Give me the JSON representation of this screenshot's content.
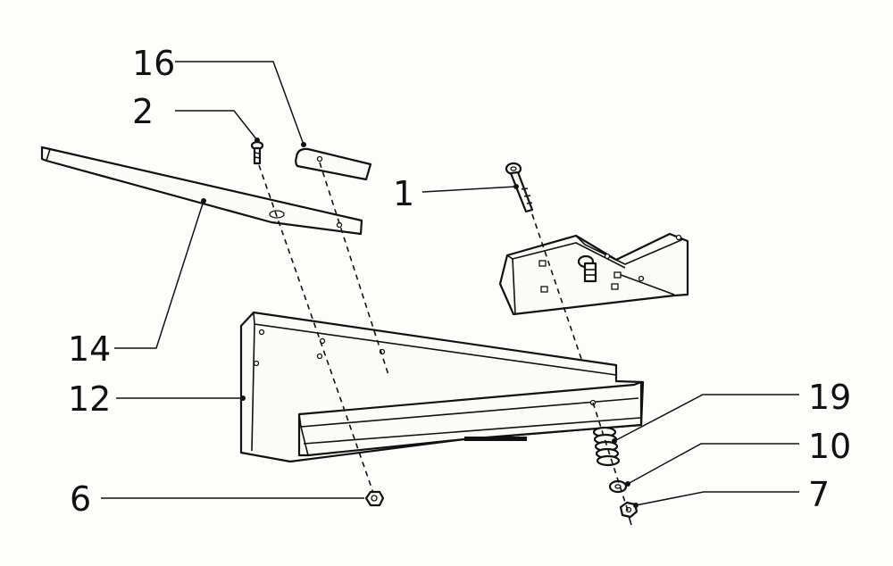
{
  "figure": {
    "callouts": [
      {
        "id": "c16",
        "number": "16"
      },
      {
        "id": "c2",
        "number": "2"
      },
      {
        "id": "c1",
        "number": "1"
      },
      {
        "id": "c14",
        "number": "14"
      },
      {
        "id": "c12",
        "number": "12"
      },
      {
        "id": "c19",
        "number": "19"
      },
      {
        "id": "c10",
        "number": "10"
      },
      {
        "id": "c6",
        "number": "6"
      },
      {
        "id": "c7",
        "number": "7"
      }
    ]
  }
}
